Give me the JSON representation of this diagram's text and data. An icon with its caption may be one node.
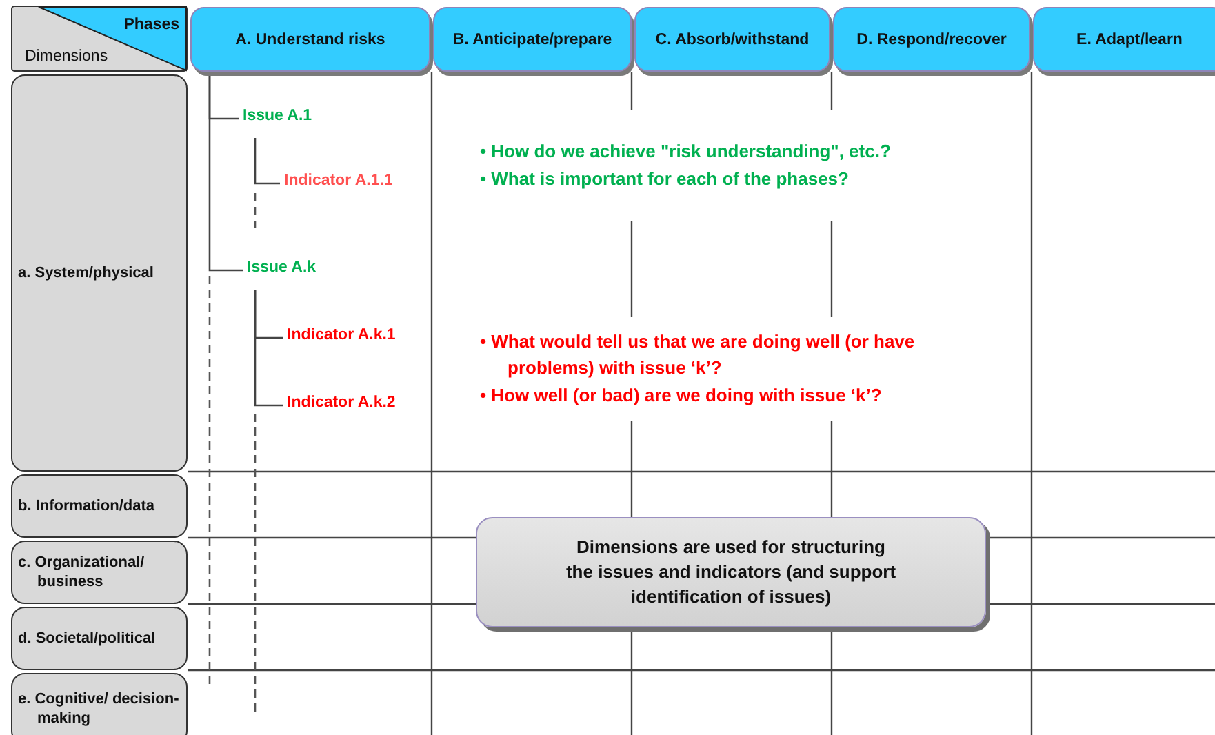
{
  "diagram": {
    "nodes": [
      {
        "text": [
          "Phases",
          "Dimensions"
        ]
      },
      {
        "text": [
          "A. Understand risks"
        ]
      },
      {
        "text": [
          "B. Anticipate/prepare"
        ]
      },
      {
        "text": [
          "C. Absorb/withstand"
        ]
      },
      {
        "text": [
          "D. Respond/recover"
        ]
      },
      {
        "text": [
          "E. Adapt/learn"
        ]
      },
      {
        "text": [
          "a. System/physical"
        ]
      },
      {
        "text": [
          "b. Information/data"
        ]
      },
      {
        "text": [
          "c. Organizational/ business"
        ]
      },
      {
        "text": [
          "d. Societal/political"
        ]
      },
      {
        "text": [
          "e. Cognitive/ decision-making"
        ]
      },
      {
        "text": [
          "Issue A.1"
        ]
      },
      {
        "text": [
          "Indicator A.1.1"
        ]
      },
      {
        "text": [
          "Issue A.k"
        ]
      },
      {
        "text": [
          "Indicator A.k.1"
        ]
      },
      {
        "text": [
          "Indicator A.k.2"
        ]
      },
      {
        "text": [
          "Dimensions are used for structuring the issues and indicators (and support identification of issues)"
        ]
      }
    ],
    "edges": [
      {
        "from": 1,
        "to": 11,
        "arrow": "none"
      },
      {
        "from": 1,
        "to": 13,
        "arrow": "none"
      },
      {
        "from": 11,
        "to": 12,
        "arrow": "none"
      },
      {
        "from": 13,
        "to": 14,
        "arrow": "none"
      },
      {
        "from": 13,
        "to": 15,
        "arrow": "none"
      }
    ],
    "labels": [
      "• How do we achieve \"risk understanding\", etc.?",
      "• What is important for each of the phases?",
      "• What would tell us that we are doing well (or have problems) with issue ‘k’?",
      "• How well (or bad) are we doing with issue ‘k’?"
    ]
  }
}
